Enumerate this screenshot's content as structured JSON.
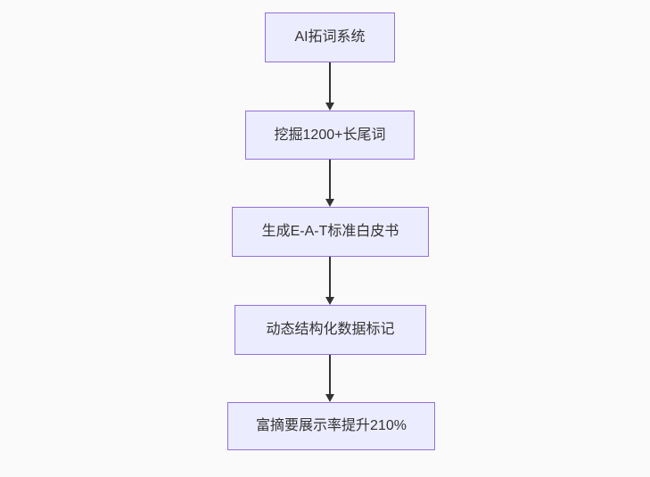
{
  "flowchart": {
    "direction": "top-down",
    "nodes": [
      {
        "label": "AI拓词系统"
      },
      {
        "label": "挖掘1200+长尾词"
      },
      {
        "label": "生成E-A-T标准白皮书"
      },
      {
        "label": "动态结构化数据标记"
      },
      {
        "label": "富摘要展示率提升210%"
      }
    ],
    "edges": [
      {
        "from": 0,
        "to": 1
      },
      {
        "from": 1,
        "to": 2
      },
      {
        "from": 2,
        "to": 3
      },
      {
        "from": 3,
        "to": 4
      }
    ],
    "colors": {
      "node_fill": "#ECECFF",
      "node_border": "#9370DB",
      "arrow": "#333333",
      "text": "#333333",
      "canvas_background": "#fafafa"
    }
  }
}
